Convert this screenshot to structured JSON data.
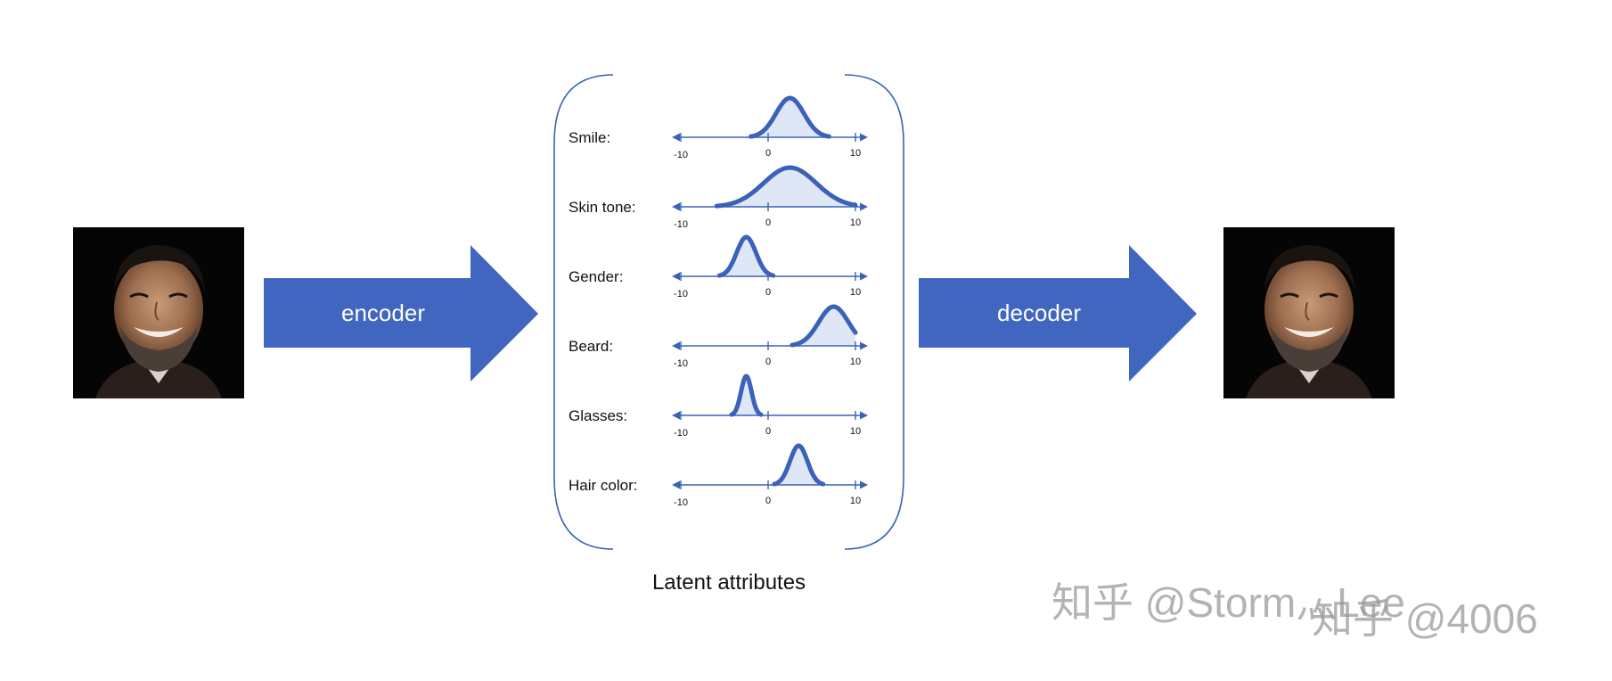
{
  "encoder_label": "encoder",
  "decoder_label": "decoder",
  "caption": "Latent attributes",
  "watermarks": [
    "知乎 @Storm灬Lee",
    "知乎 @4006"
  ],
  "colors": {
    "arrow": "#4066bf",
    "axis": "#3a62b8",
    "fill": "#dfe6f6"
  },
  "images": {
    "input": "face-photo",
    "output": "reconstructed-face-photo"
  },
  "chart_data": {
    "type": "distribution",
    "ylim_labels": {
      "min": "-10",
      "zero": "0",
      "max": "10"
    },
    "xlim": [
      -10,
      10
    ],
    "attributes": [
      {
        "label": "Smile:",
        "mean": 2.5,
        "std": 1.6
      },
      {
        "label": "Skin tone:",
        "mean": 2.5,
        "std": 3.0
      },
      {
        "label": "Gender:",
        "mean": -2.5,
        "std": 1.1
      },
      {
        "label": "Beard:",
        "mean": 7.5,
        "std": 1.7
      },
      {
        "label": "Glasses:",
        "mean": -2.5,
        "std": 0.6
      },
      {
        "label": "Hair color:",
        "mean": 3.5,
        "std": 1.0
      }
    ]
  }
}
